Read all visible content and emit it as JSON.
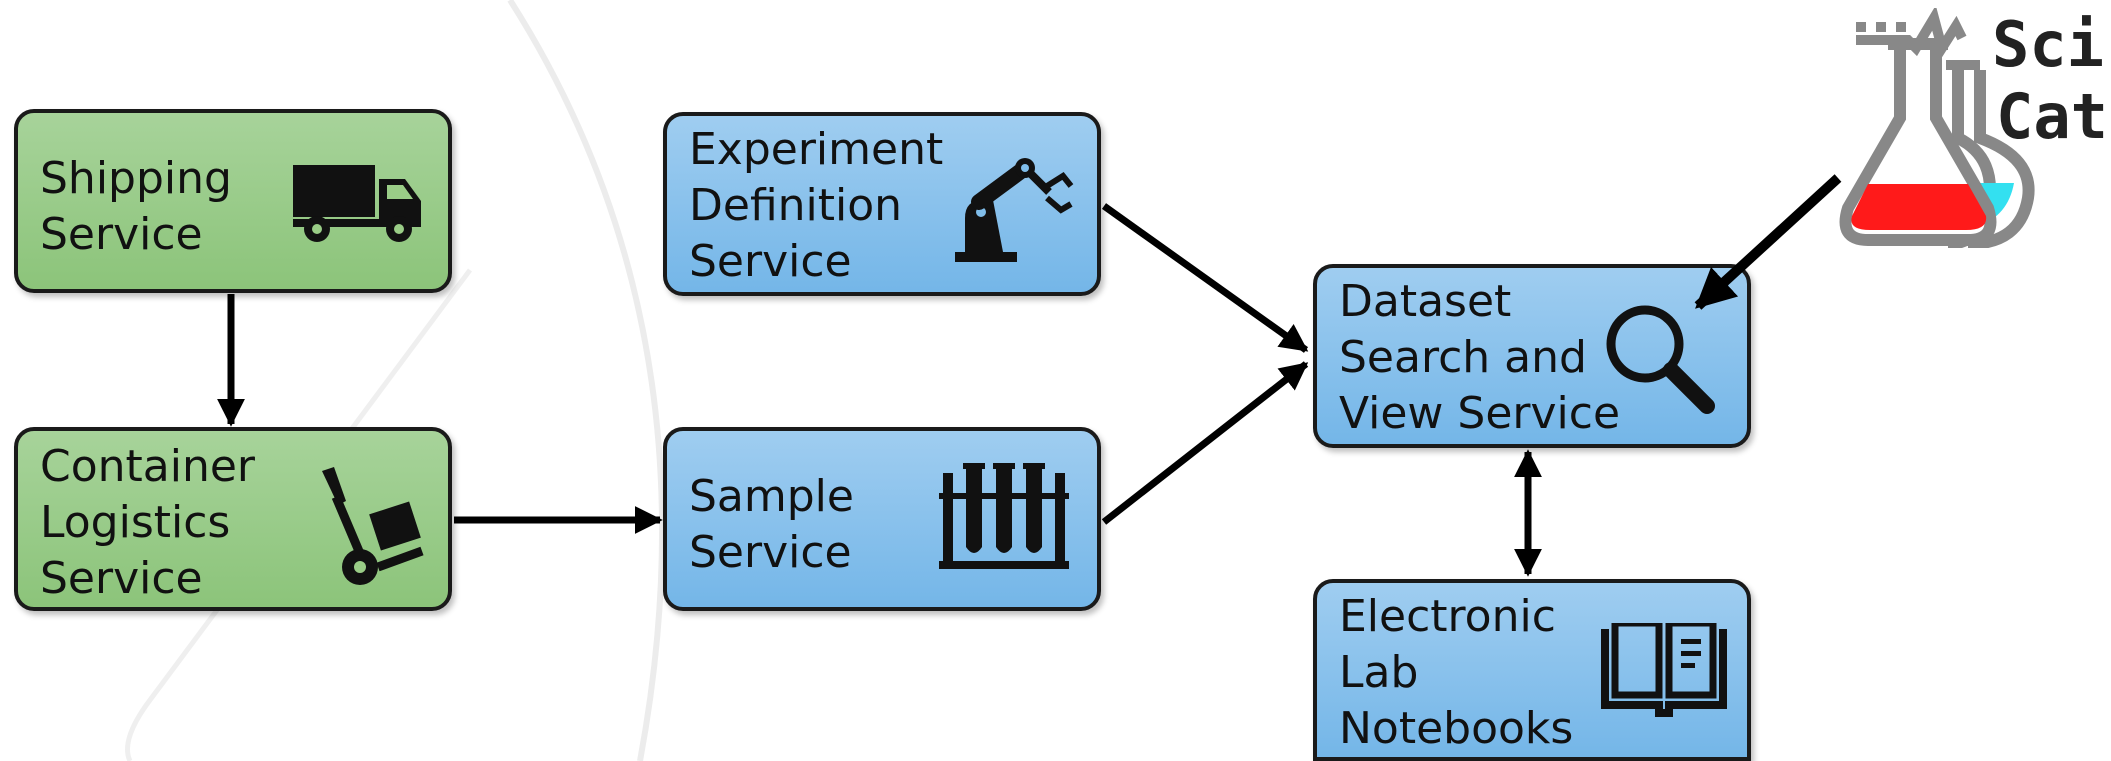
{
  "boxes": {
    "shipping": {
      "lines": [
        "Shipping",
        "Service"
      ],
      "icon": "truck-icon"
    },
    "container": {
      "lines": [
        "Container",
        "Logistics",
        "Service"
      ],
      "icon": "hand-truck-icon"
    },
    "experiment": {
      "lines": [
        "Experiment",
        "Definition",
        "Service"
      ],
      "icon": "robot-arm-icon"
    },
    "sample": {
      "lines": [
        "Sample",
        "Service"
      ],
      "icon": "test-tubes-icon"
    },
    "dataset": {
      "lines": [
        "Dataset",
        "Search and",
        "View Service"
      ],
      "icon": "magnifier-icon"
    },
    "notebooks": {
      "lines": [
        "Electronic",
        "Lab",
        "Notebooks"
      ],
      "icon": "notebook-icon"
    }
  },
  "logo": {
    "line1": "Sci",
    "line2": "Cat",
    "icon": "flasks-icon"
  },
  "colors": {
    "green_box": "#9acd87",
    "blue_box": "#80bdea",
    "flask_red": "#ff1a1a",
    "flask_cyan": "#33e0f0",
    "logo_gray": "#888888"
  },
  "connections": [
    {
      "from": "shipping",
      "to": "container",
      "direction": "one-way"
    },
    {
      "from": "container",
      "to": "sample",
      "direction": "one-way"
    },
    {
      "from": "experiment",
      "to": "dataset",
      "direction": "one-way"
    },
    {
      "from": "sample",
      "to": "dataset",
      "direction": "one-way"
    },
    {
      "from": "dataset",
      "to": "notebooks",
      "direction": "two-way"
    },
    {
      "from": "logo",
      "to": "dataset",
      "direction": "one-way"
    }
  ]
}
